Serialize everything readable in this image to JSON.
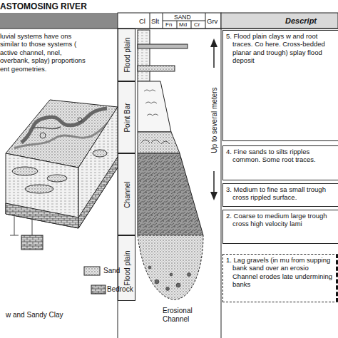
{
  "diagram": {
    "title": "ASTOMOSING RIVER",
    "nodes": [
      {
        "text": [
          "Flood plain"
        ]
      },
      {
        "text": [
          "Point Bar"
        ]
      },
      {
        "text": [
          "Channel"
        ]
      },
      {
        "text": [
          "Flood plain"
        ]
      },
      {
        "text": [
          "5. Flood plain clays w and root traces. Co here. Cross-bedded planar and trough) splay flood deposit"
        ]
      },
      {
        "text": [
          "4. Fine sands to silts ripples common. Some root traces."
        ]
      },
      {
        "text": [
          "3. Medium to fine sa small trough cross rippled surface."
        ]
      },
      {
        "text": [
          "2. Coarse to medium large trough cross high velocity lami"
        ]
      },
      {
        "text": [
          "1. Lag gravels (in mu from supping bank sand over an erosio Channel erodes late undermining banks"
        ]
      }
    ],
    "labels": [
      "luvial systems have ons similar to those systems ( active channel, nnel, overbank, splay) proportions ent geometries.",
      "Cl",
      "Slt",
      "SAND",
      "Fn",
      "Md",
      "Cr",
      "Grv",
      "Descript",
      "Up to several meters",
      "Erosional Channel"
    ],
    "legend": [
      {
        "text": "Sand"
      },
      {
        "text": "Bedrock"
      },
      {
        "text": "w and Sandy Clay"
      }
    ]
  }
}
